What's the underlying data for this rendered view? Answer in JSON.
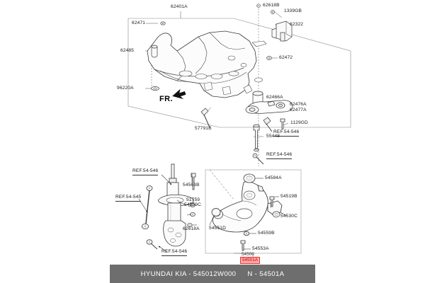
{
  "document": {
    "type": "parts-diagram",
    "direction_marker": "FR.",
    "footer": {
      "brand_part": "HYUNDAI  KIA - 545012W000",
      "note_part": "N - 54501A",
      "background_color": "#6e6e6e",
      "text_color": "#ffffff"
    },
    "highlight": {
      "selected_part": "54501A",
      "group_number": "54500",
      "fill_color": "#ffa9a9",
      "border_color": "#e23a3a",
      "text_color": "#c40000"
    }
  },
  "callouts": {
    "subframe_group": [
      {
        "id": "label-62401a",
        "text": "62401A"
      },
      {
        "id": "label-62471",
        "text": "62471"
      },
      {
        "id": "label-62485",
        "text": "62485"
      },
      {
        "id": "label-96220a",
        "text": "96220A"
      },
      {
        "id": "label-57791b",
        "text": "57791B"
      },
      {
        "id": "label-62618b",
        "text": "62618B"
      },
      {
        "id": "label-1339gb",
        "text": "1339GB"
      },
      {
        "id": "label-62322",
        "text": "62322"
      },
      {
        "id": "label-62472",
        "text": "62472"
      },
      {
        "id": "label-62466a",
        "text": "62466A"
      }
    ],
    "rear_roll_rod_group": [
      {
        "id": "label-62476a",
        "text": "62476A"
      },
      {
        "id": "label-62477a",
        "text": "62477A"
      },
      {
        "id": "label-1129gd",
        "text": "1129GD"
      },
      {
        "id": "label-ref-54-546-a",
        "text": "REF.54-546"
      },
      {
        "id": "label-55448",
        "text": "55448"
      },
      {
        "id": "label-ref-54-546-b",
        "text": "REF.54-546"
      }
    ],
    "strut_group": [
      {
        "id": "label-ref-54-546-c",
        "text": "REF.54-546"
      },
      {
        "id": "label-ref-54-545",
        "text": "REF.54-545"
      },
      {
        "id": "label-ref-54-546-d",
        "text": "REF.54-546"
      },
      {
        "id": "label-54563b",
        "text": "54563B"
      },
      {
        "id": "label-51759",
        "text": "51759"
      },
      {
        "id": "label-54559c",
        "text": "54559C"
      },
      {
        "id": "label-62618a",
        "text": "62618A"
      }
    ],
    "lower_arm_group": [
      {
        "id": "label-54584a",
        "text": "54584A"
      },
      {
        "id": "label-54519b",
        "text": "54519B"
      },
      {
        "id": "label-54530c",
        "text": "54530C"
      },
      {
        "id": "label-54551d",
        "text": "54551D"
      },
      {
        "id": "label-54559b",
        "text": "54559B"
      },
      {
        "id": "label-54553a",
        "text": "54553A"
      }
    ]
  }
}
